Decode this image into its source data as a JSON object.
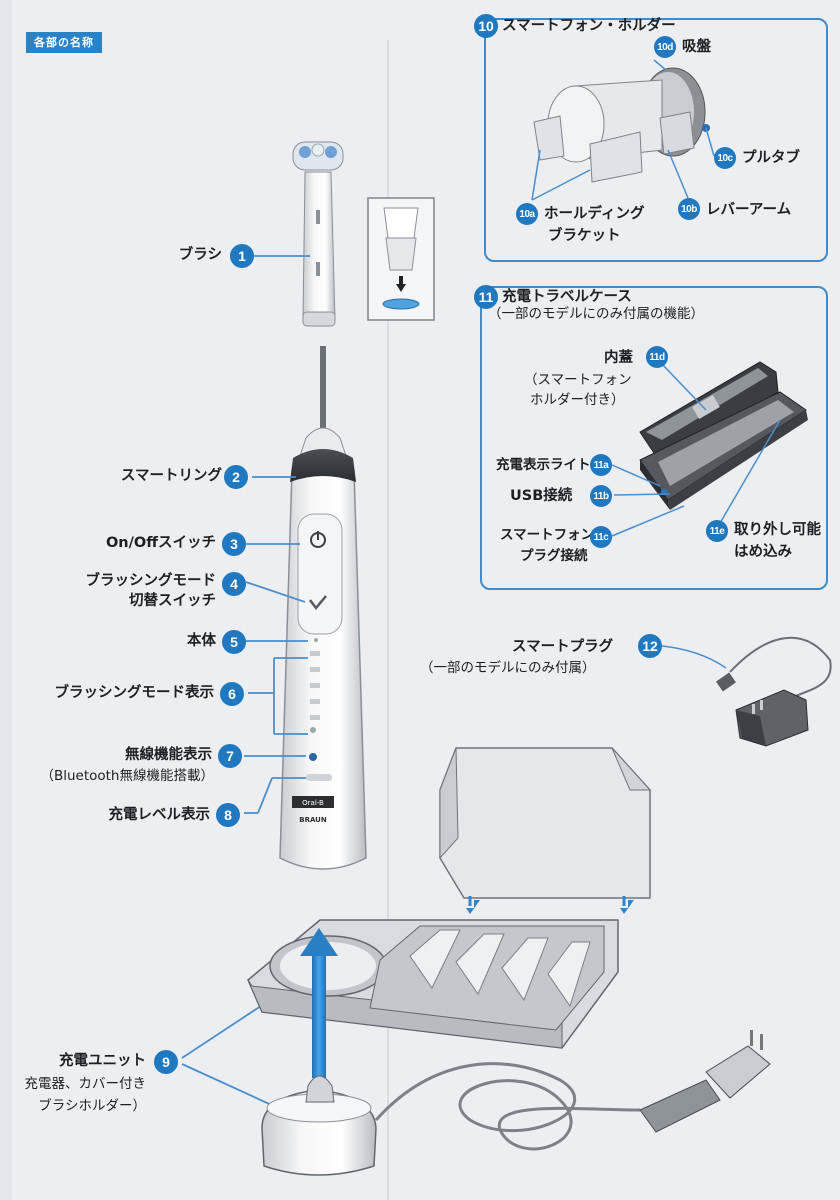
{
  "header": {
    "badge": "各部の名称"
  },
  "labels": {
    "brush": "ブラシ",
    "smart_ring": "スマートリング",
    "onoff": "On/Offスイッチ",
    "mode_switch_1": "ブラッシングモード",
    "mode_switch_2": "切替スイッチ",
    "body": "本体",
    "mode_display": "ブラッシングモード表示",
    "wireless": "無線機能表示",
    "wireless_note": "（Bluetooth無線機能搭載）",
    "charge_level": "充電レベル表示",
    "charger": "充電ユニット",
    "charger_note_1": "充電器、カバー付き",
    "charger_note_2": "ブラシホルダー）"
  },
  "numbers": {
    "n1": "1",
    "n2": "2",
    "n3": "3",
    "n4": "4",
    "n5": "5",
    "n6": "6",
    "n7": "7",
    "n8": "8",
    "n9": "9",
    "n10": "10",
    "n11": "11",
    "n12": "12",
    "n10a": "10a",
    "n10b": "10b",
    "n10c": "10c",
    "n10d": "10d",
    "n11a": "11a",
    "n11b": "11b",
    "n11c": "11c",
    "n11d": "11d",
    "n11e": "11e"
  },
  "smartphone_holder": {
    "title": "スマートフォン・ホルダー",
    "suction": "吸盤",
    "pull_tab": "プルタブ",
    "holding_1": "ホールディング",
    "holding_2": "ブラケット",
    "lever_arm": "レバーアーム"
  },
  "travel_case": {
    "title": "充電トラベルケース",
    "note": "（一部のモデルにのみ付属の機能）",
    "inner_lid": "内蓋",
    "inner_lid_note_1": "（スマートフォン",
    "inner_lid_note_2": "ホルダー付き）",
    "charge_light": "充電表示ライト",
    "usb": "USB接続",
    "plug_1": "スマートフォン",
    "plug_2": "プラグ接続",
    "removable_1": "取り外し可能",
    "removable_2": "はめ込み"
  },
  "smart_plug": {
    "title": "スマートプラグ",
    "note": "（一部のモデルにのみ付属）"
  },
  "product_text": {
    "oralb": "Oral-B",
    "braun": "BRAUN"
  },
  "colors": {
    "accent": "#1f78c0",
    "box_border": "#3f8ccb"
  }
}
